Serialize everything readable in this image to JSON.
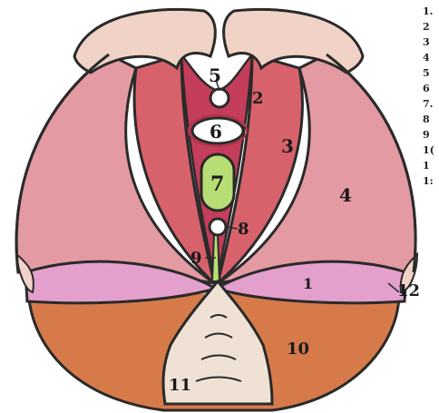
{
  "labels": {
    "n1": "1",
    "n2": "2",
    "n3": "3",
    "n4": "4",
    "n5": "5",
    "n6": "6",
    "n7": "7",
    "n8": "8",
    "n9": "9",
    "n10": "10",
    "n11": "11",
    "n12": "12"
  },
  "legend": [
    "1.",
    "2",
    "3",
    "4",
    "5",
    "6",
    "7.",
    "8",
    "9",
    "1(",
    "1",
    "1:"
  ],
  "colors": {
    "outline": "#2a2a2a",
    "skin": "#f0d2c6",
    "levator_lateral": "#e39aa2",
    "levator_mid": "#d8626c",
    "puborectalis": "#c43d5a",
    "transverse": "#e3a0cc",
    "gluteus": "#d77a4a",
    "coccyx": "#efe2d4",
    "anococcygeal": "#b7dd74",
    "ring": "#b0334a"
  }
}
